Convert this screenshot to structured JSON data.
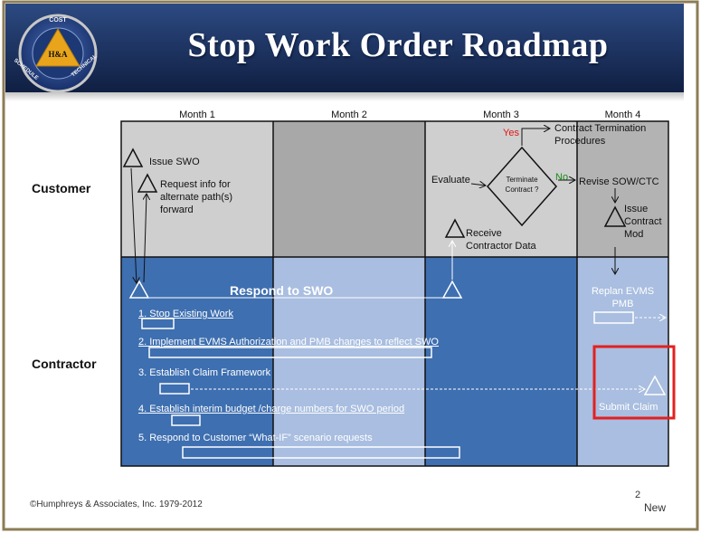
{
  "title": "Stop Work Order Roadmap",
  "logo": {
    "top_text": "COST",
    "center_text": "H&A",
    "left_text": "SCHEDULE",
    "right_text": "TECHNICAL"
  },
  "months": [
    "Month 1",
    "Month 2",
    "Month 3",
    "Month 4"
  ],
  "lanes": {
    "customer": "Customer",
    "contractor": "Contractor"
  },
  "customer": {
    "issue_swo": "Issue SWO",
    "request_info": [
      "Request info for",
      "alternate path(s)",
      "forward"
    ],
    "evaluate": "Evaluate",
    "decision": [
      "Terminate",
      "Contract ?"
    ],
    "yes": "Yes",
    "no": "No",
    "termination": [
      "Contract Termination",
      "Procedures"
    ],
    "revise": "Revise SOW/CTC",
    "issue_mod": [
      "Issue",
      "Contract",
      "Mod"
    ],
    "receive": [
      "Receive",
      "Contractor Data"
    ]
  },
  "contractor": {
    "respond": "Respond to SWO",
    "steps": [
      "1. Stop Existing Work",
      "2. Implement EVMS  Authorization and PMB changes to reflect SWO",
      "3. Establish Claim Framework",
      "4. Establish interim budget /charge numbers for SWO period",
      "5. Respond to Customer “What-IF” scenario requests"
    ],
    "replan": [
      "Replan EVMS",
      "PMB"
    ],
    "submit_claim": "Submit Claim"
  },
  "colors": {
    "contractor_blue": "#3e6fb0",
    "light_blue": "#a9bee0",
    "customer_gray": "#cfcfcf",
    "month2_gray": "#a8a8a8",
    "month4_gray": "#b3b3b3",
    "header_navy": "#1f3564",
    "highlight_red": "#e32020"
  },
  "footer": "©Humphreys & Associates, Inc. 1979-2012",
  "page_number": "2",
  "new_tag": "New"
}
